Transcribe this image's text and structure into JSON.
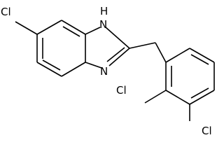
{
  "structure": {
    "labels": {
      "cl_benzimidazole": "Cl",
      "nh": "H",
      "nh_n": "N",
      "n": "N",
      "cl_ortho": "Cl",
      "cl_para": "Cl"
    }
  }
}
